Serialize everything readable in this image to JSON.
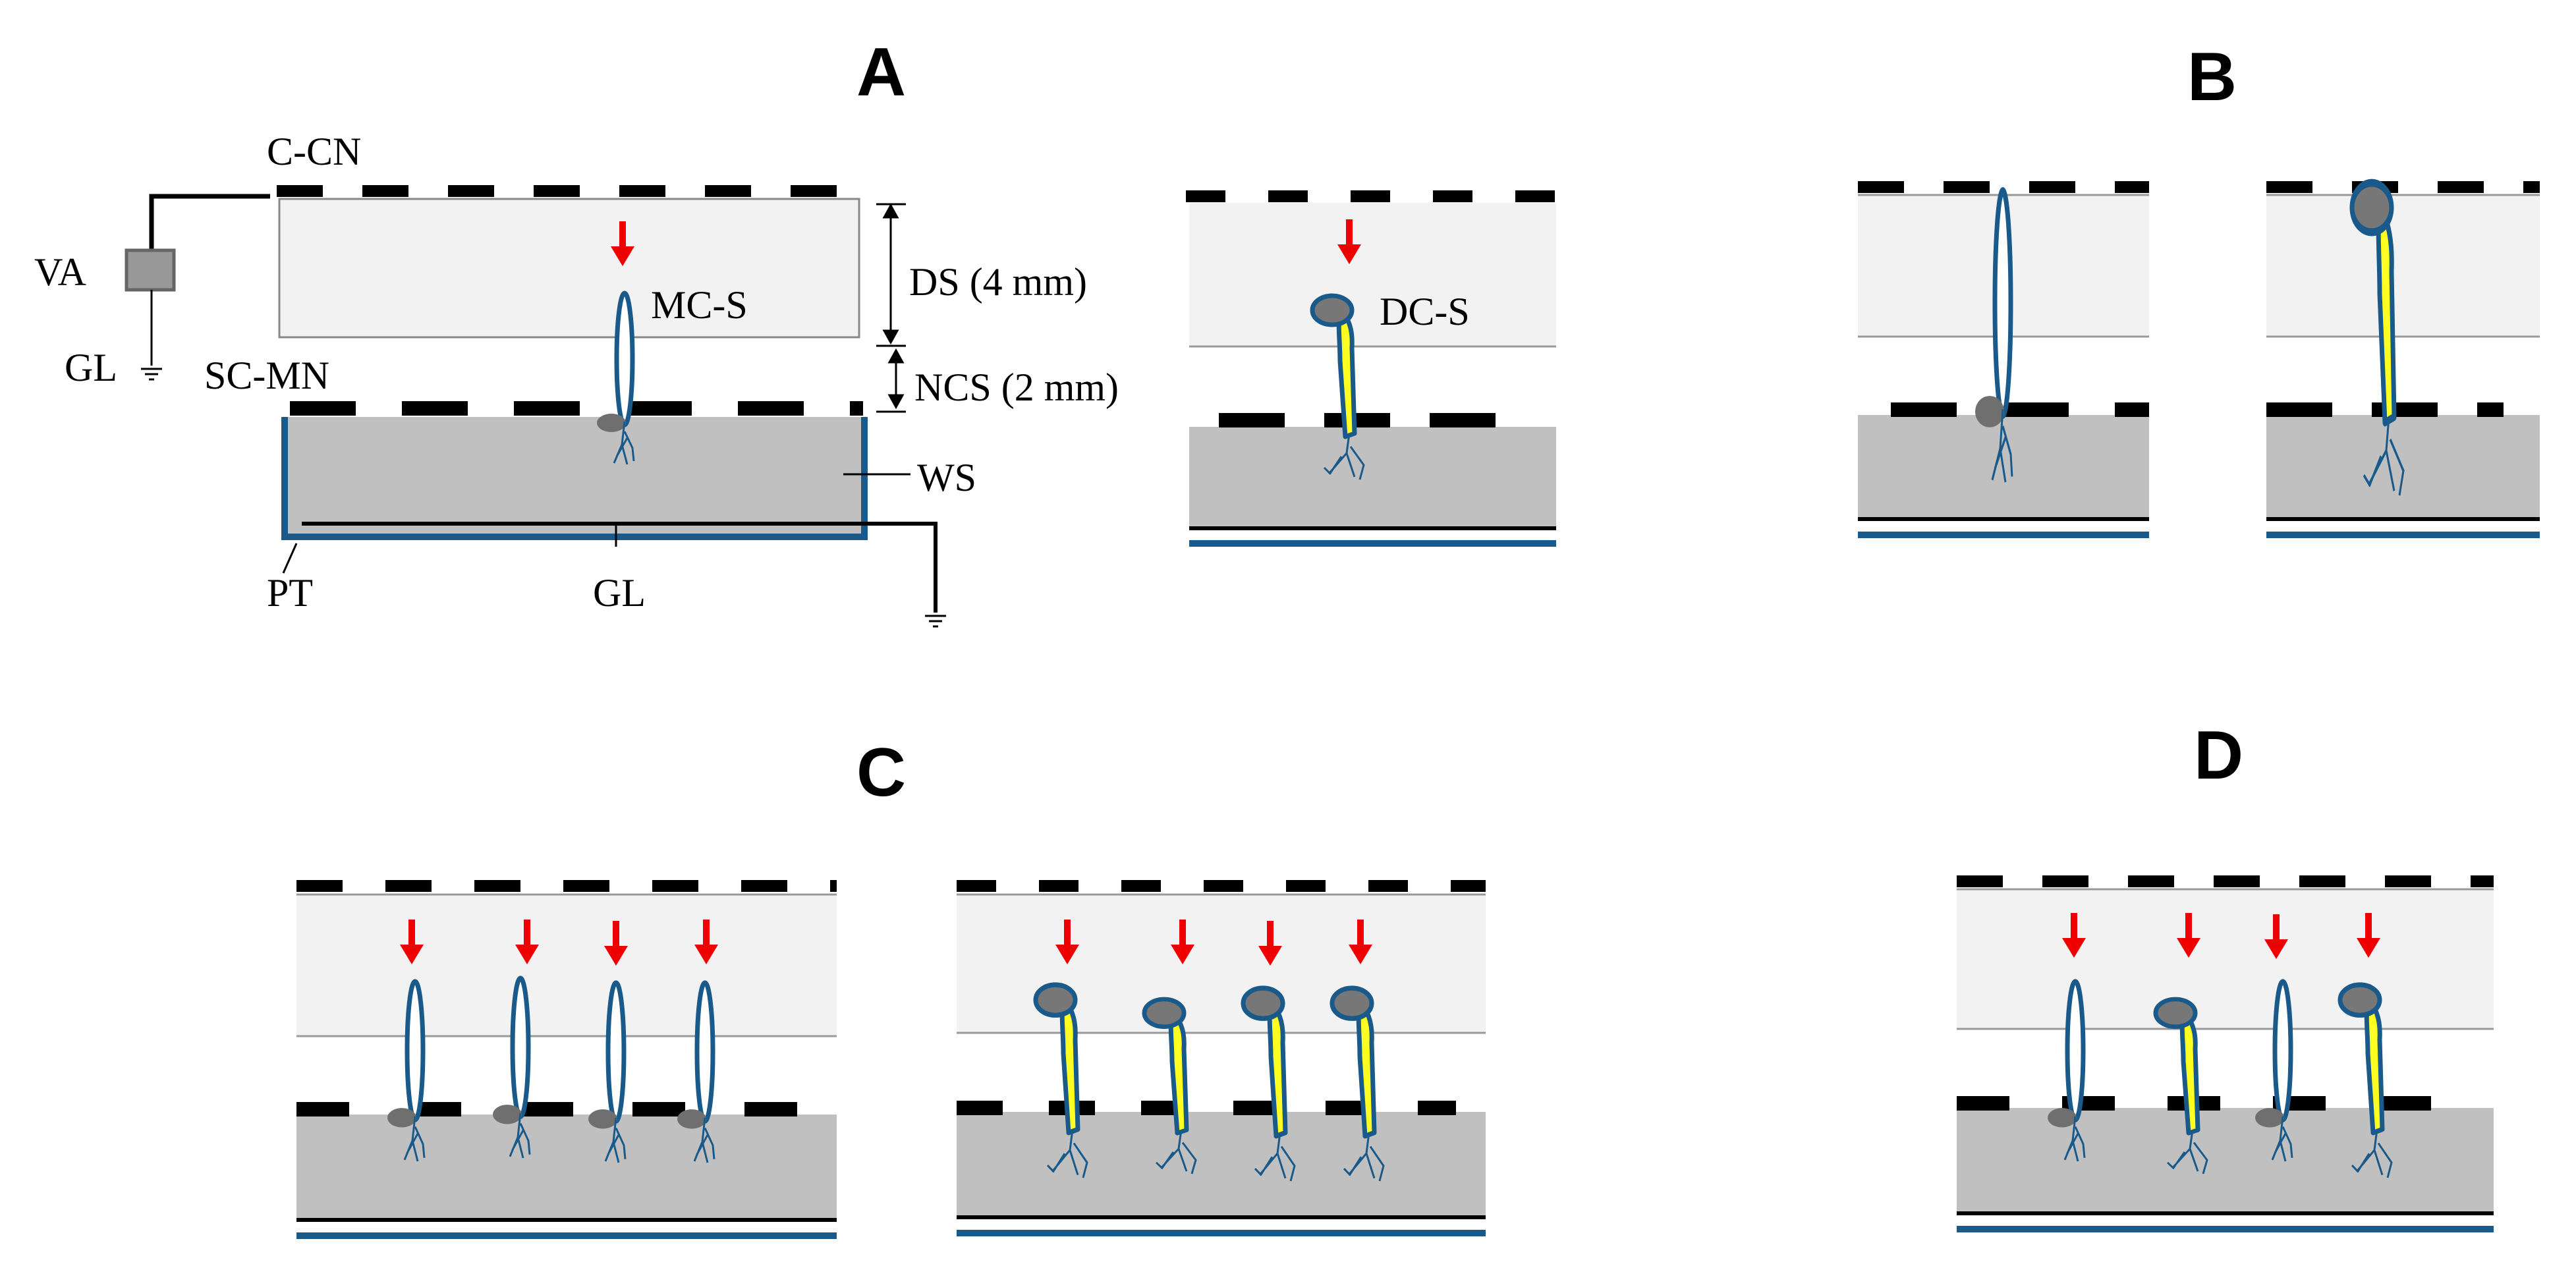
{
  "figure": {
    "panel_letters": {
      "a": "A",
      "b": "B",
      "c": "C",
      "d": "D"
    },
    "labels": {
      "c_cn": "C-CN",
      "va": "VA",
      "gl_top": "GL",
      "sc_mn": "SC-MN",
      "mc_s": "MC-S",
      "ds": "DS (4 mm)",
      "ncs": "NCS (2 mm)",
      "ws": "WS",
      "pt": "PT",
      "gl_bottom": "GL",
      "dc_s": "DC-S"
    },
    "colors": {
      "arrow": "#ee0000",
      "seed_outline": "#1a5a8a",
      "radicle_fill": "#ffff22",
      "seed_fill": "#777777",
      "tray_outline": "#1a5a8a",
      "soil": "#c0c0c0",
      "air": "#f2f2f2",
      "electrode": "#000000"
    },
    "icons": [
      "down-arrow-icon",
      "seed-icon",
      "sprouted-seed-icon",
      "ground-icon",
      "voltage-box-icon"
    ]
  }
}
